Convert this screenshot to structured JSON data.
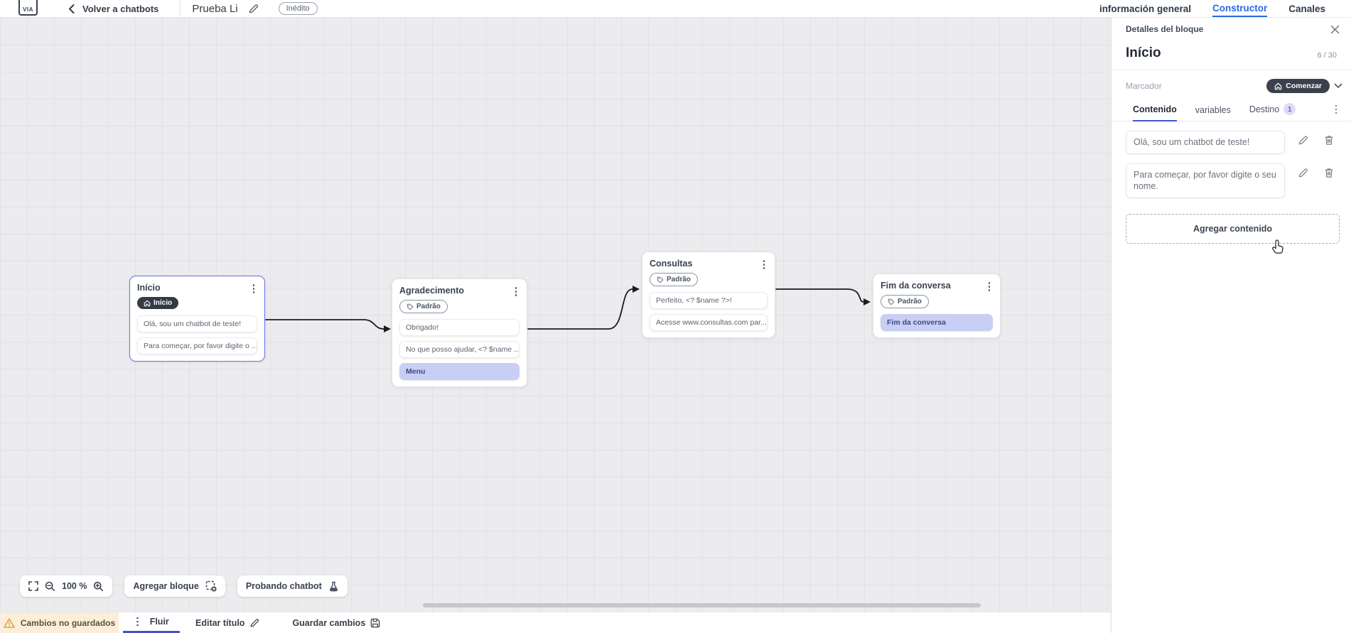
{
  "header": {
    "logo_text": "VIA",
    "back_label": "Volver a chatbots",
    "title": "Prueba Li",
    "status_badge": "Inédito",
    "tabs": [
      {
        "label": "información general",
        "active": false
      },
      {
        "label": "Constructor",
        "active": true
      },
      {
        "label": "Canales",
        "active": false
      }
    ]
  },
  "canvas": {
    "blocks": [
      {
        "title": "Início",
        "selected": true,
        "badge": {
          "label": "Início",
          "style": "dark",
          "icon": "home-icon"
        },
        "cards": [
          {
            "text": "Olá, sou um chatbot de teste!",
            "highlight": false
          },
          {
            "text": "Para começar, por favor digite o ...",
            "highlight": false
          }
        ]
      },
      {
        "title": "Agradecimento",
        "selected": false,
        "badge": {
          "label": "Padrão",
          "style": "outline",
          "icon": "tag-icon"
        },
        "cards": [
          {
            "text": "Obrigado!",
            "highlight": false
          },
          {
            "text": "No que posso ajudar, <? $name ...",
            "highlight": false
          },
          {
            "text": "Menu",
            "highlight": true
          }
        ]
      },
      {
        "title": "Consultas",
        "selected": false,
        "badge": {
          "label": "Padrão",
          "style": "outline",
          "icon": "tag-icon"
        },
        "cards": [
          {
            "text": "Perfeito, <? $name ?>!",
            "highlight": false
          },
          {
            "text": "Acesse www.consultas.com par...",
            "highlight": false
          }
        ]
      },
      {
        "title": "Fim da conversa",
        "selected": false,
        "badge": {
          "label": "Padrão",
          "style": "outline",
          "icon": "tag-icon"
        },
        "cards": [
          {
            "text": "Fim da conversa",
            "highlight": true
          }
        ]
      }
    ],
    "toolbar": {
      "zoom_level": "100 %",
      "add_block_label": "Agregar bloque",
      "test_label": "Probando chatbot"
    }
  },
  "panel": {
    "header": "Detalles del bloque",
    "block_title": "Início",
    "char_count": "6 / 30",
    "marker_label": "Marcador",
    "marker_value": "Comenzar",
    "tabs": [
      {
        "label": "Contenido",
        "active": true
      },
      {
        "label": "variables",
        "active": false
      },
      {
        "label": "Destino",
        "active": false,
        "badge": "1"
      }
    ],
    "contents": [
      {
        "text": "Olá, sou um chatbot de teste!"
      },
      {
        "text": "Para começar, por favor digite o seu nome."
      }
    ],
    "add_content_label": "Agregar contenido"
  },
  "bottom_bar": {
    "warning": "Cambios no guardados",
    "flow_tab": "Fluir",
    "edit_title_label": "Editar título",
    "save_label": "Guardar cambios"
  },
  "icons": {
    "home-icon": "⌂",
    "tag-icon": "🏷",
    "edit-icon": "✎",
    "delete-icon": "🗑",
    "close-icon": "✕",
    "chevron-left-icon": "‹",
    "chevron-down-icon": "⌄",
    "kebab-icon": "⋮",
    "warning-icon": "⚠",
    "flask-icon": "⚗",
    "save-icon": "💾",
    "fullscreen-icon": "⛶",
    "zoom-in-icon": "+",
    "zoom-out-icon": "−",
    "add-block-icon": "▢+",
    "cursor": "pointer-hand"
  },
  "colors": {
    "accent_blue": "#2a6ae0",
    "accent_indigo": "#4352c9",
    "highlight_card": "#c8cef4",
    "dark_pill": "#343b47",
    "warning_bg": "#fbeeda",
    "warning_icon": "#e9a23b",
    "canvas_bg": "#ececee",
    "selected_border": "#6b6ef0"
  }
}
